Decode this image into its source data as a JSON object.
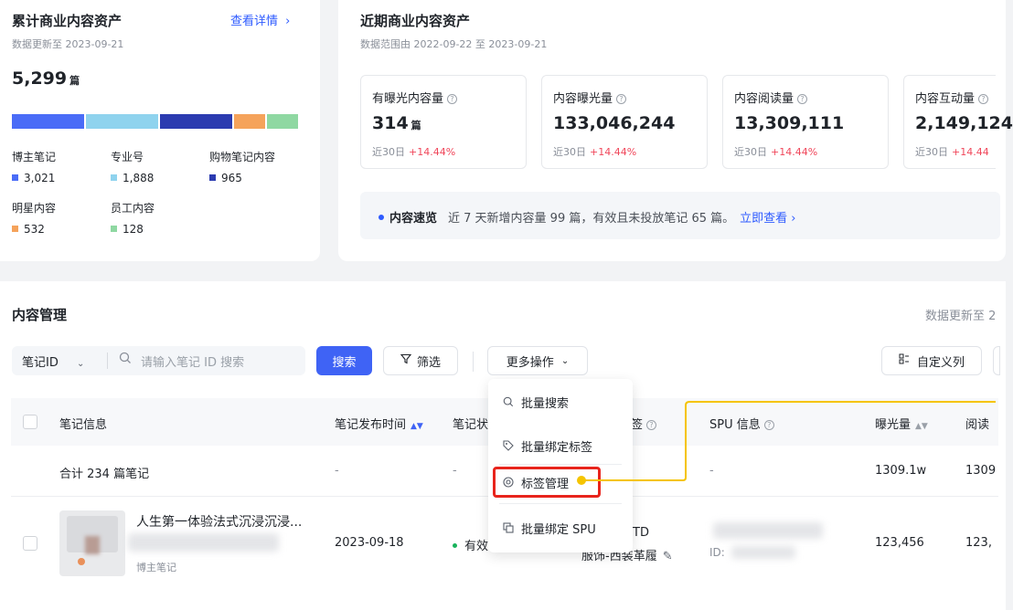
{
  "cumulative": {
    "title": "累计商业内容资产",
    "view_details": "查看详情",
    "updated": "数据更新至 2023-09-21",
    "total_value": "5,299",
    "total_unit": "篇",
    "bar_colors": [
      "#4a6cf7",
      "#8fd3ee",
      "#2b3bb0",
      "#f5a35b",
      "#8fd8a2"
    ],
    "legend": [
      {
        "label": "博主笔记",
        "value": "3,021",
        "color": "#4a6cf7"
      },
      {
        "label": "专业号",
        "value": "1,888",
        "color": "#8fd3ee"
      },
      {
        "label": "购物笔记内容",
        "value": "965",
        "color": "#2b3bb0"
      },
      {
        "label": "明星内容",
        "value": "532",
        "color": "#f5a35b"
      },
      {
        "label": "员工内容",
        "value": "128",
        "color": "#8fd8a2"
      }
    ]
  },
  "recent": {
    "title": "近期商业内容资产",
    "range": "数据范围由 2022-09-22 至 2023-09-21",
    "metrics": [
      {
        "label": "有曝光内容量",
        "value": "314",
        "unit": "篇",
        "foot": "近30日",
        "change": "+14.44%"
      },
      {
        "label": "内容曝光量",
        "value": "133,046,244",
        "unit": "",
        "foot": "近30日",
        "change": "+14.44%"
      },
      {
        "label": "内容阅读量",
        "value": "13,309,111",
        "unit": "",
        "foot": "近30日",
        "change": "+14.44%"
      },
      {
        "label": "内容互动量",
        "value": "2,149,124",
        "unit": "",
        "foot": "近30日",
        "change": "+14.44"
      }
    ],
    "banner": {
      "title": "内容速览",
      "text": "近 7 天新增内容量 99 篇，有效且未投放笔记 65 篇。",
      "link": "立即查看"
    }
  },
  "management": {
    "title": "内容管理",
    "updated": "数据更新至 2",
    "filter_select": "笔记ID",
    "search_placeholder": "请输入笔记 ID 搜索",
    "search_button": "搜索",
    "filter_button": "筛选",
    "more_ops": "更多操作",
    "custom_columns": "自定义列",
    "menu": [
      "批量搜索",
      "批量绑定标签",
      "标签管理",
      "批量绑定 SPU"
    ],
    "columns": {
      "note_info": "笔记信息",
      "publish_time": "笔记发布时间",
      "status": "笔记状",
      "tag": "签",
      "spu": "SPU 信息",
      "exposure": "曝光量",
      "reads": "阅读"
    },
    "summary_row": {
      "label": "合计 234 篇笔记",
      "publish_time": "-",
      "status": "-",
      "spu": "-",
      "exposure": "1309.1w",
      "reads": "1309"
    },
    "row1": {
      "title": "人生第一体验法式沉浸沉浸...",
      "type": "博主笔记",
      "publish_time": "2023-09-18",
      "status": "有效",
      "tag_line1": "TD",
      "tag_line2": "服饰-西装革履",
      "spu_id": "ID:",
      "exposure": "123,456",
      "reads": "123,"
    }
  }
}
